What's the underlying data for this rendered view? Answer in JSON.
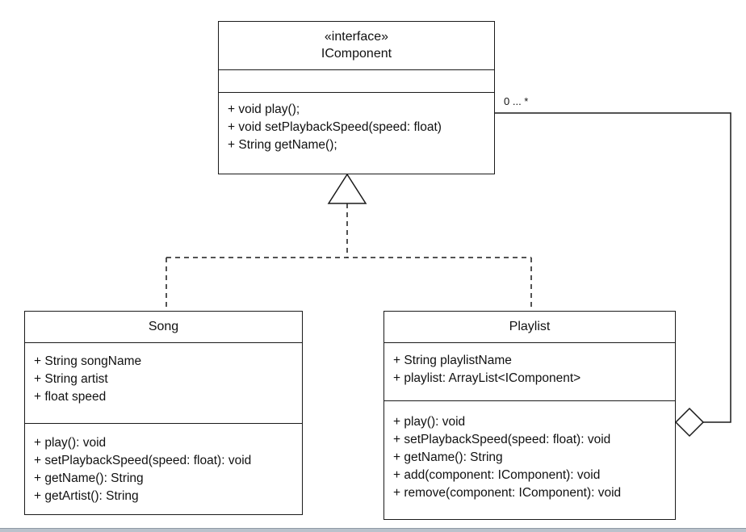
{
  "interface_class": {
    "stereotype": "«interface»",
    "name": "IComponent",
    "attributes": [],
    "methods": [
      "+ void play();",
      "+ void setPlaybackSpeed(speed: float)",
      "+ String getName();"
    ]
  },
  "song_class": {
    "name": "Song",
    "attributes": [
      "+ String songName",
      "+ String artist",
      "+ float speed"
    ],
    "methods": [
      "+ play(): void",
      "+ setPlaybackSpeed(speed: float): void",
      "+ getName(): String",
      "+ getArtist(): String"
    ]
  },
  "playlist_class": {
    "name": "Playlist",
    "attributes": [
      "+ String playlistName",
      "+ playlist: ArrayList<IComponent>"
    ],
    "methods": [
      "+ play(): void",
      "+ setPlaybackSpeed(speed: float): void",
      "+ getName(): String",
      "+ add(component: IComponent): void",
      "+ remove(component: IComponent): void"
    ]
  },
  "aggregation": {
    "multiplicity": "0 ... *"
  }
}
